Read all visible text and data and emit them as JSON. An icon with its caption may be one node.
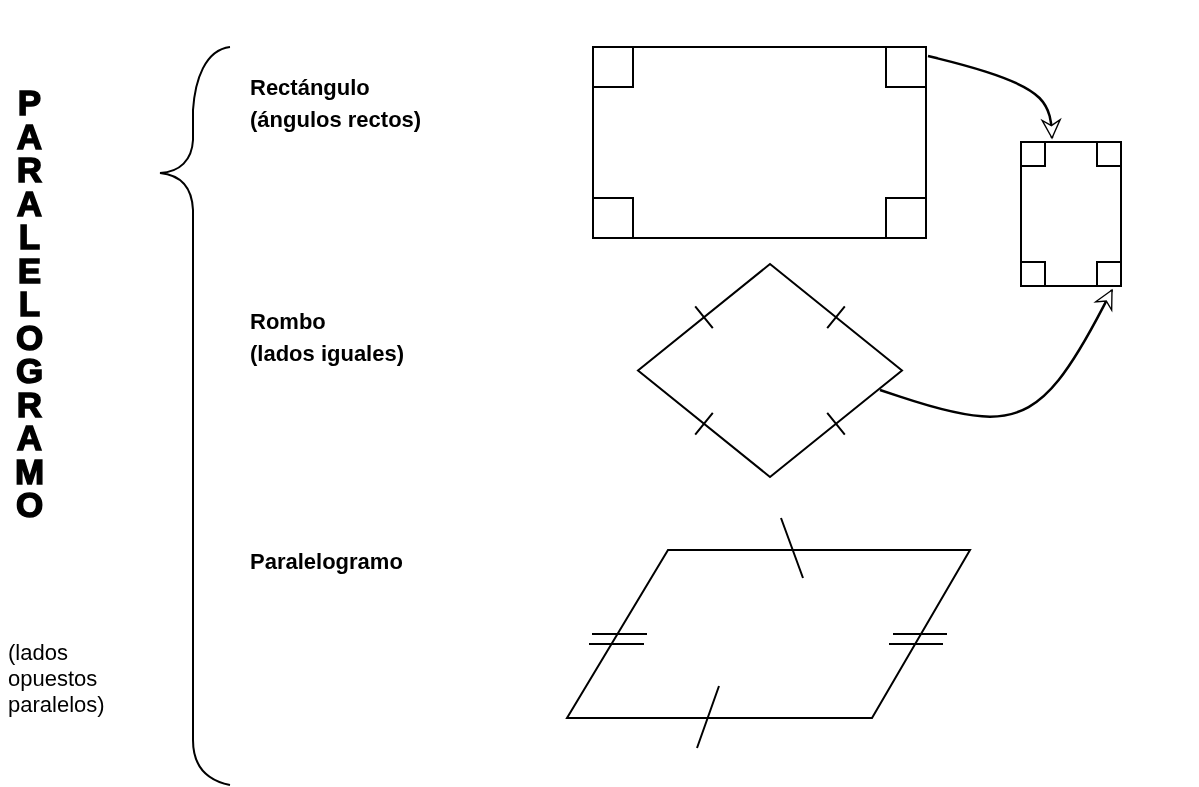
{
  "diagram": {
    "nodes": [
      {
        "text": [],
        "shape": "box",
        "beside": [
          "Rectángulo",
          "(ángulos rectos)"
        ]
      },
      {
        "text": [],
        "shape": "box"
      },
      {
        "text": [],
        "shape": "diamond",
        "beside": [
          "Rombo",
          "(lados iguales)"
        ]
      },
      {
        "text": [],
        "shape": "parallelogram"
      }
    ],
    "edges": [
      {
        "from": 0,
        "to": 1,
        "arrow": "to"
      },
      {
        "from": 2,
        "to": 1,
        "arrow": "to"
      }
    ],
    "labels": [
      "PARALELOGRAMO",
      "Paralelogramo",
      "(lados opuestos paralelos)"
    ]
  }
}
